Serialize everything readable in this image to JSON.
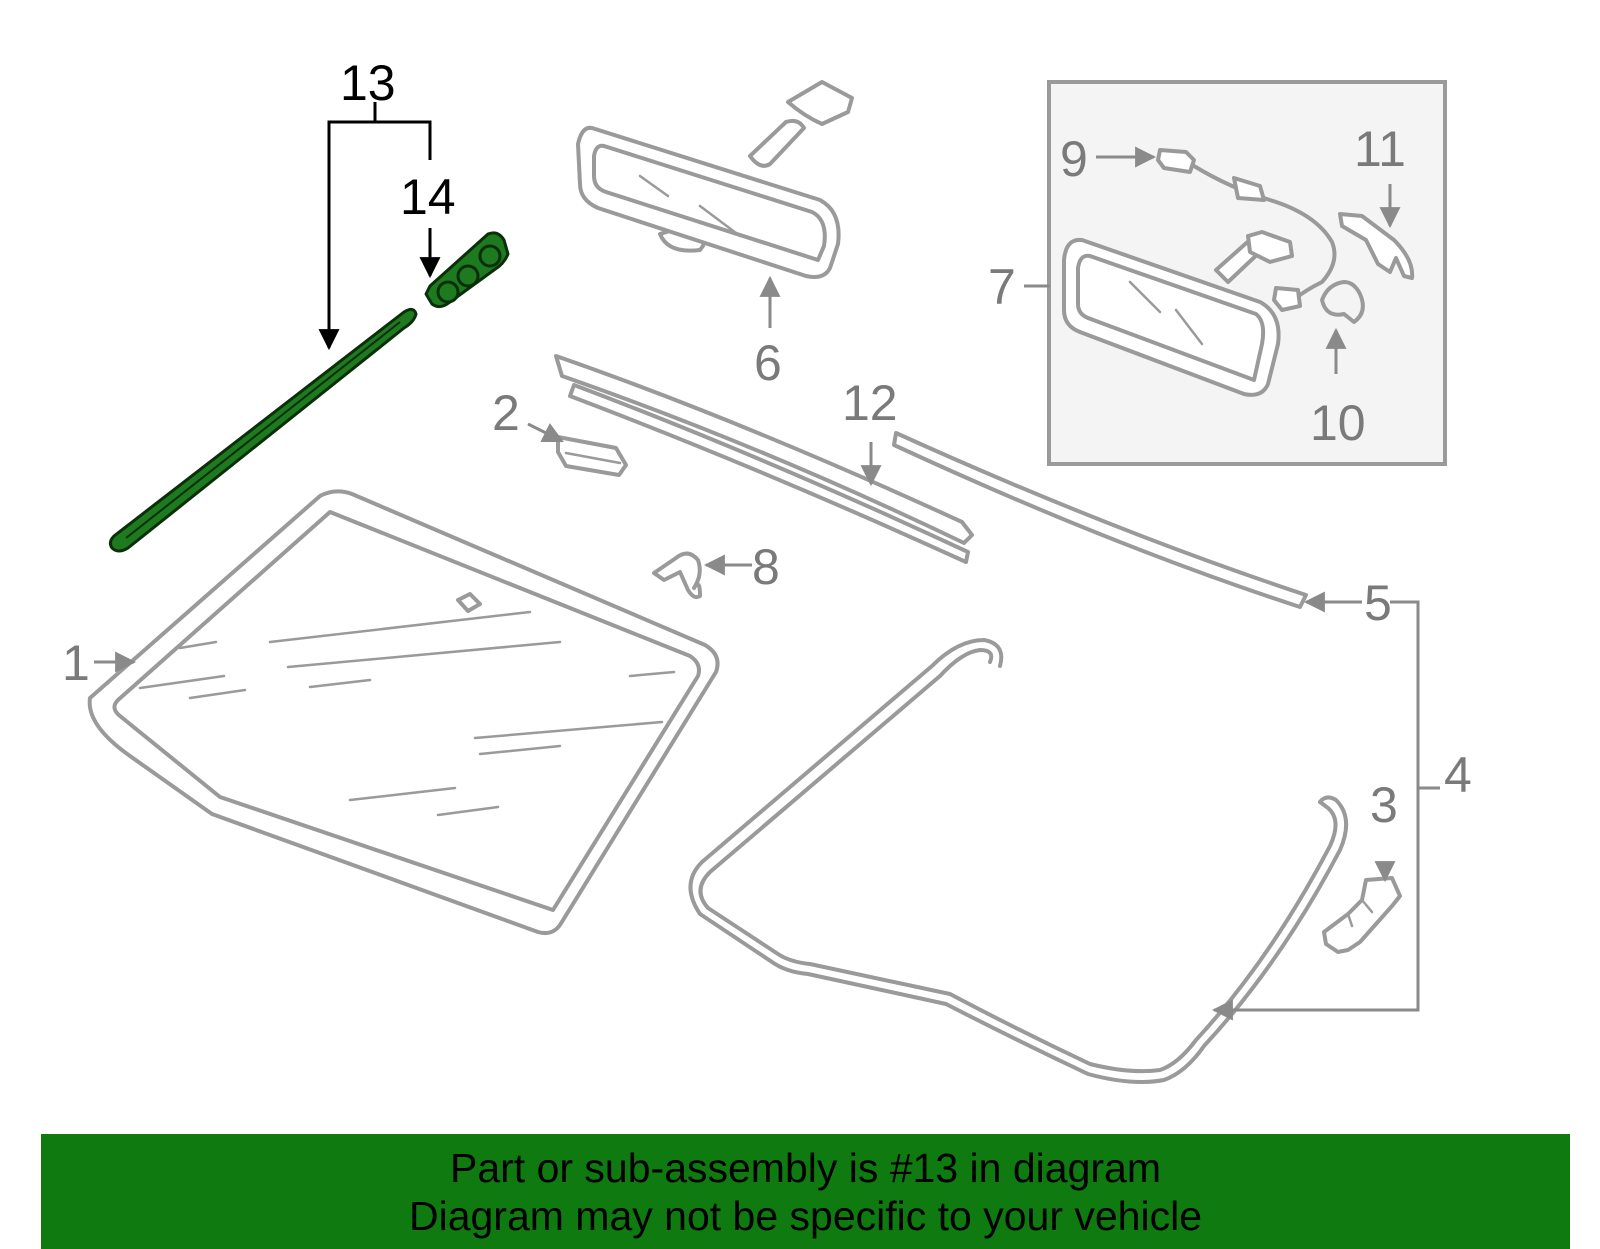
{
  "callouts": {
    "c1": "1",
    "c2": "2",
    "c3": "3",
    "c4": "4",
    "c5": "5",
    "c6": "6",
    "c7": "7",
    "c8": "8",
    "c9": "9",
    "c10": "10",
    "c11": "11",
    "c12": "12",
    "c13": "13",
    "c14": "14"
  },
  "highlighted_parts": [
    "13",
    "14"
  ],
  "colors": {
    "highlight": "#1e7a1e",
    "banner": "#0f7a0f",
    "part_outline": "#9a9a9a"
  },
  "banner": {
    "line1": "Part or sub-assembly is #13 in diagram",
    "line2": "Diagram may not be specific to your vehicle"
  }
}
